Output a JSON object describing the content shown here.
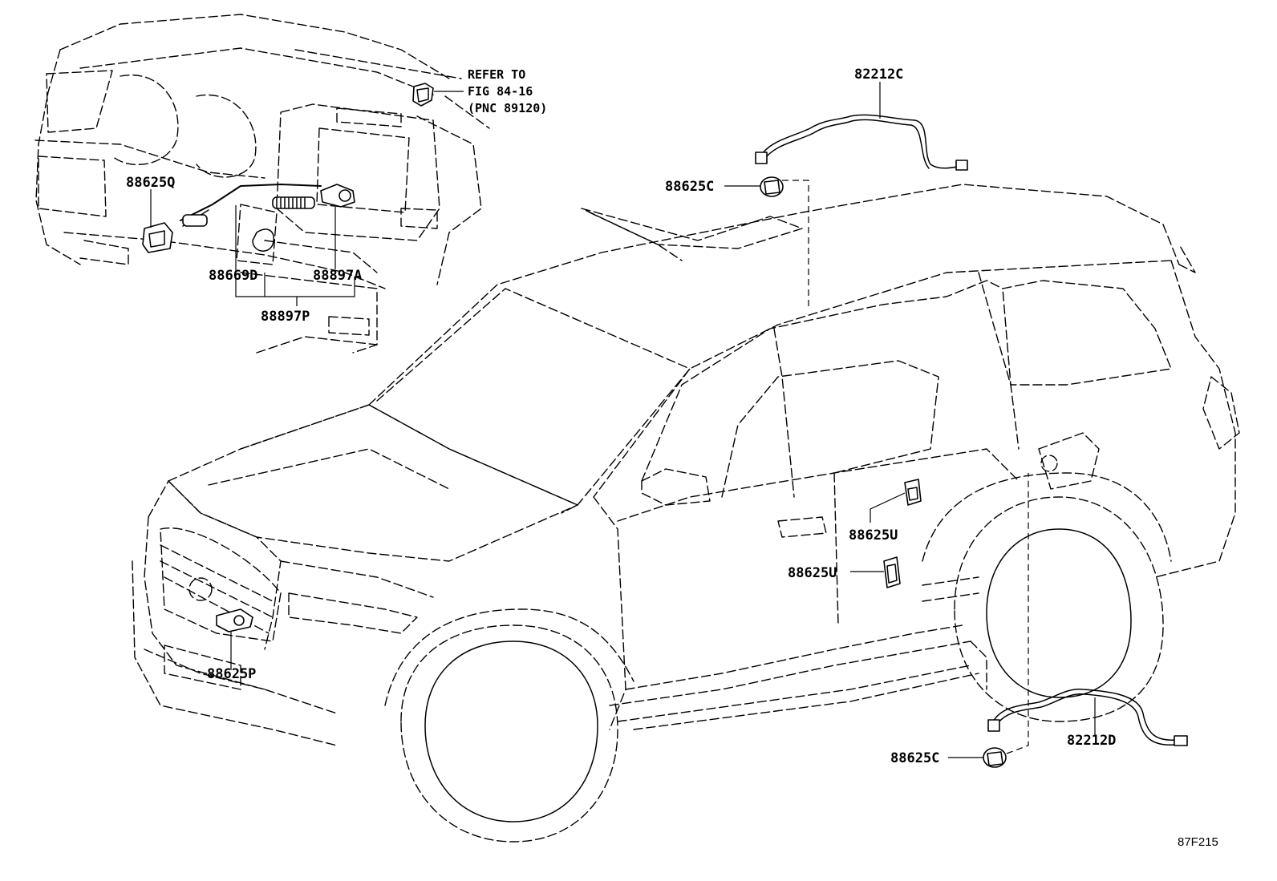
{
  "figure_id": "87F215",
  "reference_note": {
    "line1": "REFER TO",
    "line2": "FIG 84-16",
    "line3": "(PNC 89120)"
  },
  "callouts": {
    "cable_upper": "82212C",
    "sensor_upper": "88625C",
    "interior_sensor_left": "88625Q",
    "harness": "88669D",
    "interior_plug": "88897A",
    "interior_assembly": "88897P",
    "door_sensor_upper": "88625U",
    "door_sensor_lower": "88625U",
    "front_sensor": "88625P",
    "cable_lower": "82212D",
    "sensor_lower": "88625C"
  }
}
